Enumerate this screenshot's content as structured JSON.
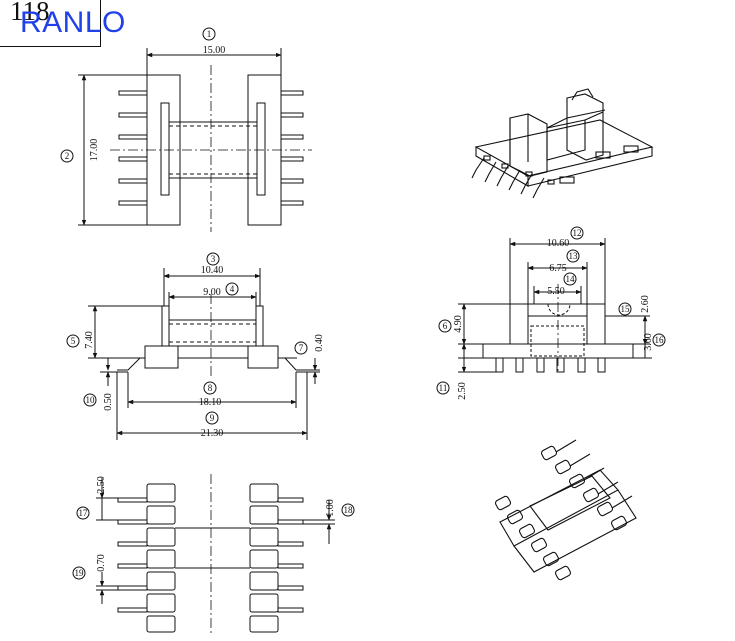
{
  "header": {
    "part_number": "118",
    "brand": "RANLO"
  },
  "dimensions": {
    "d1": "15.00",
    "d2": "17.00",
    "d3": "10.40",
    "d4": "9.00",
    "d5": "7.40",
    "d7": "0.40",
    "d8": "18.10",
    "d9": "21.30",
    "d10": "0.50",
    "d6": "4.90",
    "d11": "2.50",
    "d12": "10.60",
    "d13": "6.75",
    "d14": "5.50",
    "d15": "2.60",
    "d16": "3.60",
    "d17": "2.50",
    "d18": "1.00",
    "d19": "0.70"
  },
  "callouts": {
    "c1": "1",
    "c2": "2",
    "c3": "3",
    "c4": "4",
    "c5": "5",
    "c6": "6",
    "c7": "7",
    "c8": "8",
    "c9": "9",
    "c10": "10",
    "c11": "11",
    "c12": "12",
    "c13": "13",
    "c14": "14",
    "c15": "15",
    "c16": "16",
    "c17": "17",
    "c18": "18",
    "c19": "19"
  }
}
